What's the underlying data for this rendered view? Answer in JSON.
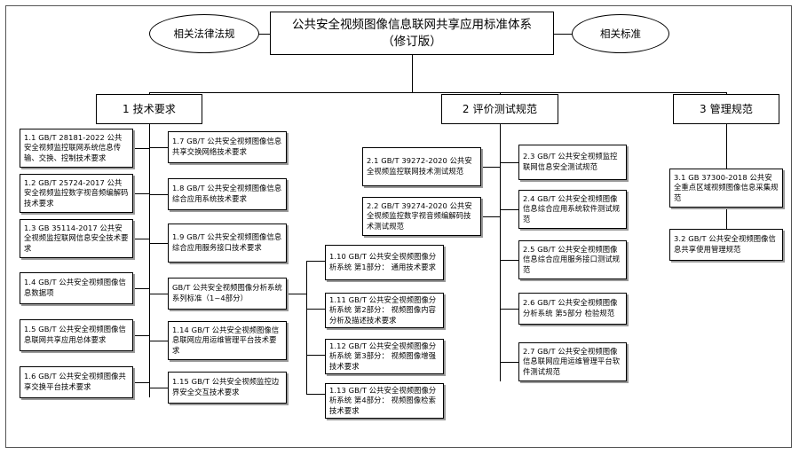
{
  "diagram": {
    "title_root": "公共安全视频图像信息联网共享应用标准体系\n（修订版）",
    "root_line1": "公共安全视频图像信息联网共享应用标准体系",
    "root_line2": "（修订版）",
    "left_ellipse": "相关法律法规",
    "right_ellipse": "相关标准",
    "branches": [
      {
        "id": "b1",
        "label": "1  技术要求"
      },
      {
        "id": "b2",
        "label": "2  评价测试规范"
      },
      {
        "id": "b3",
        "label": "3  管理规范"
      }
    ],
    "tech_col1": [
      {
        "id": "1.1",
        "text": "1.1 GB/T 28181-2022 公共安全视频监控联网系统信息传输、交换、控制技术要求"
      },
      {
        "id": "1.2",
        "text": "1.2 GB/T 25724-2017 公共安全视频监控数字视音频编解码技术要求"
      },
      {
        "id": "1.3",
        "text": "1.3 GB 35114-2017 公共安全视频监控联网信息安全技术要求"
      },
      {
        "id": "1.4",
        "text": "1.4 GB/T 公共安全视频图像信息数据项"
      },
      {
        "id": "1.5",
        "text": "1.5 GB/T 公共安全视频图像信息联网共享应用总体要求"
      },
      {
        "id": "1.6",
        "text": "1.6 GB/T 公共安全视频图像共享交换平台技术要求"
      }
    ],
    "tech_col2": [
      {
        "id": "1.7",
        "text": "1.7 GB/T 公共安全视频图像信息共享交换网络技术要求"
      },
      {
        "id": "1.8",
        "text": "1.8 GB/T 公共安全视频图像信息综合应用系统技术要求"
      },
      {
        "id": "1.9",
        "text": "1.9 GB/T 公共安全视频图像信息综合应用服务接口技术要求"
      },
      {
        "id": "series",
        "text": "GB/T 公共安全视频图像分析系统系列标准（1~4部分）"
      },
      {
        "id": "1.14",
        "text": "1.14  GB/T 公共安全视频图像信息联网应用运维管理平台技术要求"
      },
      {
        "id": "1.15",
        "text": "1.15 GB/T 公共安全视频监控边界安全交互技术要求"
      }
    ],
    "tech_col3": [
      {
        "id": "1.10",
        "text": "1.10  GB/T 公共安全视频图像分析系统 第1部分： 通用技术要求"
      },
      {
        "id": "1.11",
        "text": "1.11  GB/T 公共安全视频图像分析系统 第2部分： 视频图像内容分析及描述技术要求"
      },
      {
        "id": "1.12",
        "text": "1.12  GB/T 公共安全视频图像分析系统 第3部分： 视频图像增强技术要求"
      },
      {
        "id": "1.13",
        "text": "1.13  GB/T 公共安全视频图像分析系统 第4部分： 视频图像检索技术要求"
      }
    ],
    "eval_col1": [
      {
        "id": "2.1",
        "text": "2.1 GB/T 39272-2020 公共安全视频监控联网技术测试规范"
      },
      {
        "id": "2.2",
        "text": "2.2 GB/T 39274-2020 公共安全视频监控数字视音频编解码技术测试规范"
      }
    ],
    "eval_col2": [
      {
        "id": "2.3",
        "text": "2.3 GB/T 公共安全视频监控联网信息安全测试规范"
      },
      {
        "id": "2.4",
        "text": "2.4 GB/T 公共安全视频图像信息综合应用系统软件测试规范"
      },
      {
        "id": "2.5",
        "text": "2.5 GB/T 公共安全视频图像信息综合应用服务接口测试规范"
      },
      {
        "id": "2.6",
        "text": "2.6 GB/T 公共安全视频图像分析系统 第5部分 检验规范"
      },
      {
        "id": "2.7",
        "text": "2.7 GB/T 公共安全视频图像信息联网应用运维管理平台软件测试规范"
      }
    ],
    "manage_col": [
      {
        "id": "3.1",
        "text": "3.1 GB 37300-2018 公共安全重点区域视频图像信息采集规范"
      },
      {
        "id": "3.2",
        "text": "3.2 GB/T 公共安全视频图像信息共享使用管理规范"
      }
    ]
  }
}
